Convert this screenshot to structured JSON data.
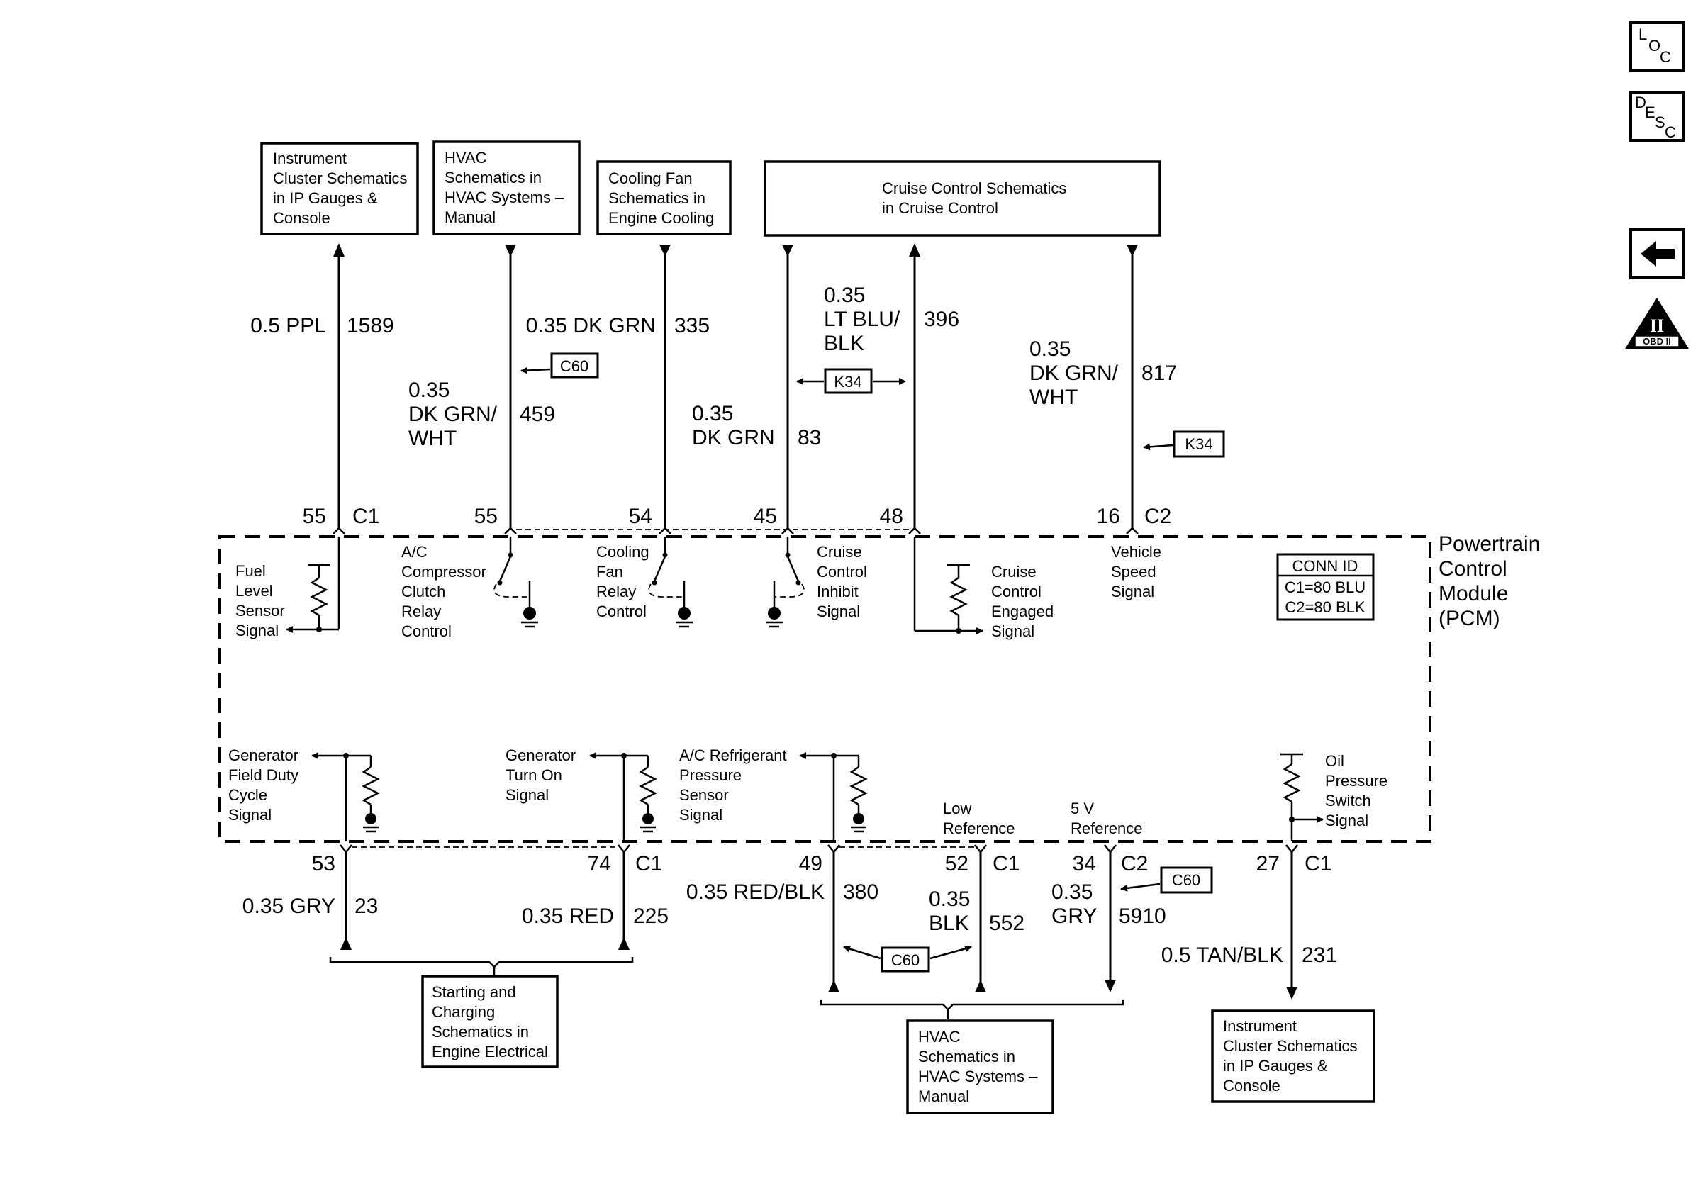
{
  "nav": {
    "loc": [
      "L",
      "O",
      "C"
    ],
    "desc": [
      "D",
      "E",
      "S",
      "C"
    ],
    "obd_label": "OBD II",
    "obd_roman": "II"
  },
  "top_boxes": {
    "instrument": [
      "Instrument",
      "Cluster Schematics",
      "in IP Gauges &",
      "Console"
    ],
    "hvac": [
      "HVAC",
      "Schematics in",
      "HVAC Systems –",
      "Manual"
    ],
    "cooling": [
      "Cooling Fan",
      "Schematics in",
      "Engine Cooling"
    ],
    "cruise": [
      "Cruise Control Schematics",
      "in Cruise Control"
    ]
  },
  "bottom_boxes": {
    "starting": [
      "Starting and",
      "Charging",
      "Schematics in",
      "Engine Electrical"
    ],
    "hvac": [
      "HVAC",
      "Schematics in",
      "HVAC Systems –",
      "Manual"
    ],
    "instrument": [
      "Instrument",
      "Cluster Schematics",
      "in IP Gauges &",
      "Console"
    ]
  },
  "top_wires": {
    "w1589": {
      "size": "0.5 PPL",
      "circuit": "1589",
      "pin": "55",
      "conn": "C1"
    },
    "w459": {
      "size": "0.35",
      "color1": "DK GRN/",
      "color2": "WHT",
      "circuit": "459",
      "pin": "55"
    },
    "w335": {
      "size": "0.35 DK GRN",
      "circuit": "335",
      "pin": "54"
    },
    "w83": {
      "size": "0.35",
      "color": "DK GRN",
      "circuit": "83",
      "pin": "45"
    },
    "w396": {
      "size": "0.35",
      "color1": "LT BLU/",
      "color2": "BLK",
      "circuit": "396",
      "pin": "48"
    },
    "w817": {
      "size": "0.35",
      "color1": "DK GRN/",
      "color2": "WHT",
      "circuit": "817",
      "pin": "16",
      "conn": "C2"
    }
  },
  "bottom_wires": {
    "w23": {
      "size": "0.35 GRY",
      "circuit": "23",
      "pin": "53"
    },
    "w225": {
      "size": "0.35 RED",
      "circuit": "225",
      "pin": "74",
      "conn": "C1"
    },
    "w380": {
      "size": "0.35 RED/BLK",
      "circuit": "380",
      "pin": "49"
    },
    "w552": {
      "size": "0.35",
      "color": "BLK",
      "circuit": "552",
      "pin": "52",
      "conn": "C1"
    },
    "w5910": {
      "size": "0.35",
      "color": "GRY",
      "circuit": "5910",
      "pin": "34",
      "conn": "C2"
    },
    "w231": {
      "size": "0.5 TAN/BLK",
      "circuit": "231",
      "pin": "27",
      "conn": "C1"
    }
  },
  "options": {
    "c60_top": "C60",
    "k34_mid": "K34",
    "k34_right": "K34",
    "c60_right": "C60",
    "c60_bottom": "C60"
  },
  "pcm": {
    "title": [
      "Powertrain",
      "Control",
      "Module",
      "(PCM)"
    ],
    "conn_id_title": "CONN ID",
    "conn_id_lines": [
      "C1=80 BLU",
      "C2=80 BLK"
    ]
  },
  "internal_labels": {
    "fuel_level": [
      "Fuel",
      "Level",
      "Sensor",
      "Signal"
    ],
    "ac_compressor": [
      "A/C",
      "Compressor",
      "Clutch",
      "Relay",
      "Control"
    ],
    "cooling_fan": [
      "Cooling",
      "Fan",
      "Relay",
      "Control"
    ],
    "cruise_inhibit": [
      "Cruise",
      "Control",
      "Inhibit",
      "Signal"
    ],
    "cruise_engaged": [
      "Cruise",
      "Control",
      "Engaged",
      "Signal"
    ],
    "vehicle_speed": [
      "Vehicle",
      "Speed",
      "Signal"
    ],
    "generator_field": [
      "Generator",
      "Field Duty",
      "Cycle",
      "Signal"
    ],
    "generator_turn_on": [
      "Generator",
      "Turn On",
      "Signal"
    ],
    "ac_refrigerant": [
      "A/C Refrigerant",
      "Pressure",
      "Sensor",
      "Signal"
    ],
    "low_reference": [
      "Low",
      "Reference"
    ],
    "five_v_reference": [
      "5 V",
      "Reference"
    ],
    "oil_pressure": [
      "Oil",
      "Pressure",
      "Switch",
      "Signal"
    ]
  }
}
